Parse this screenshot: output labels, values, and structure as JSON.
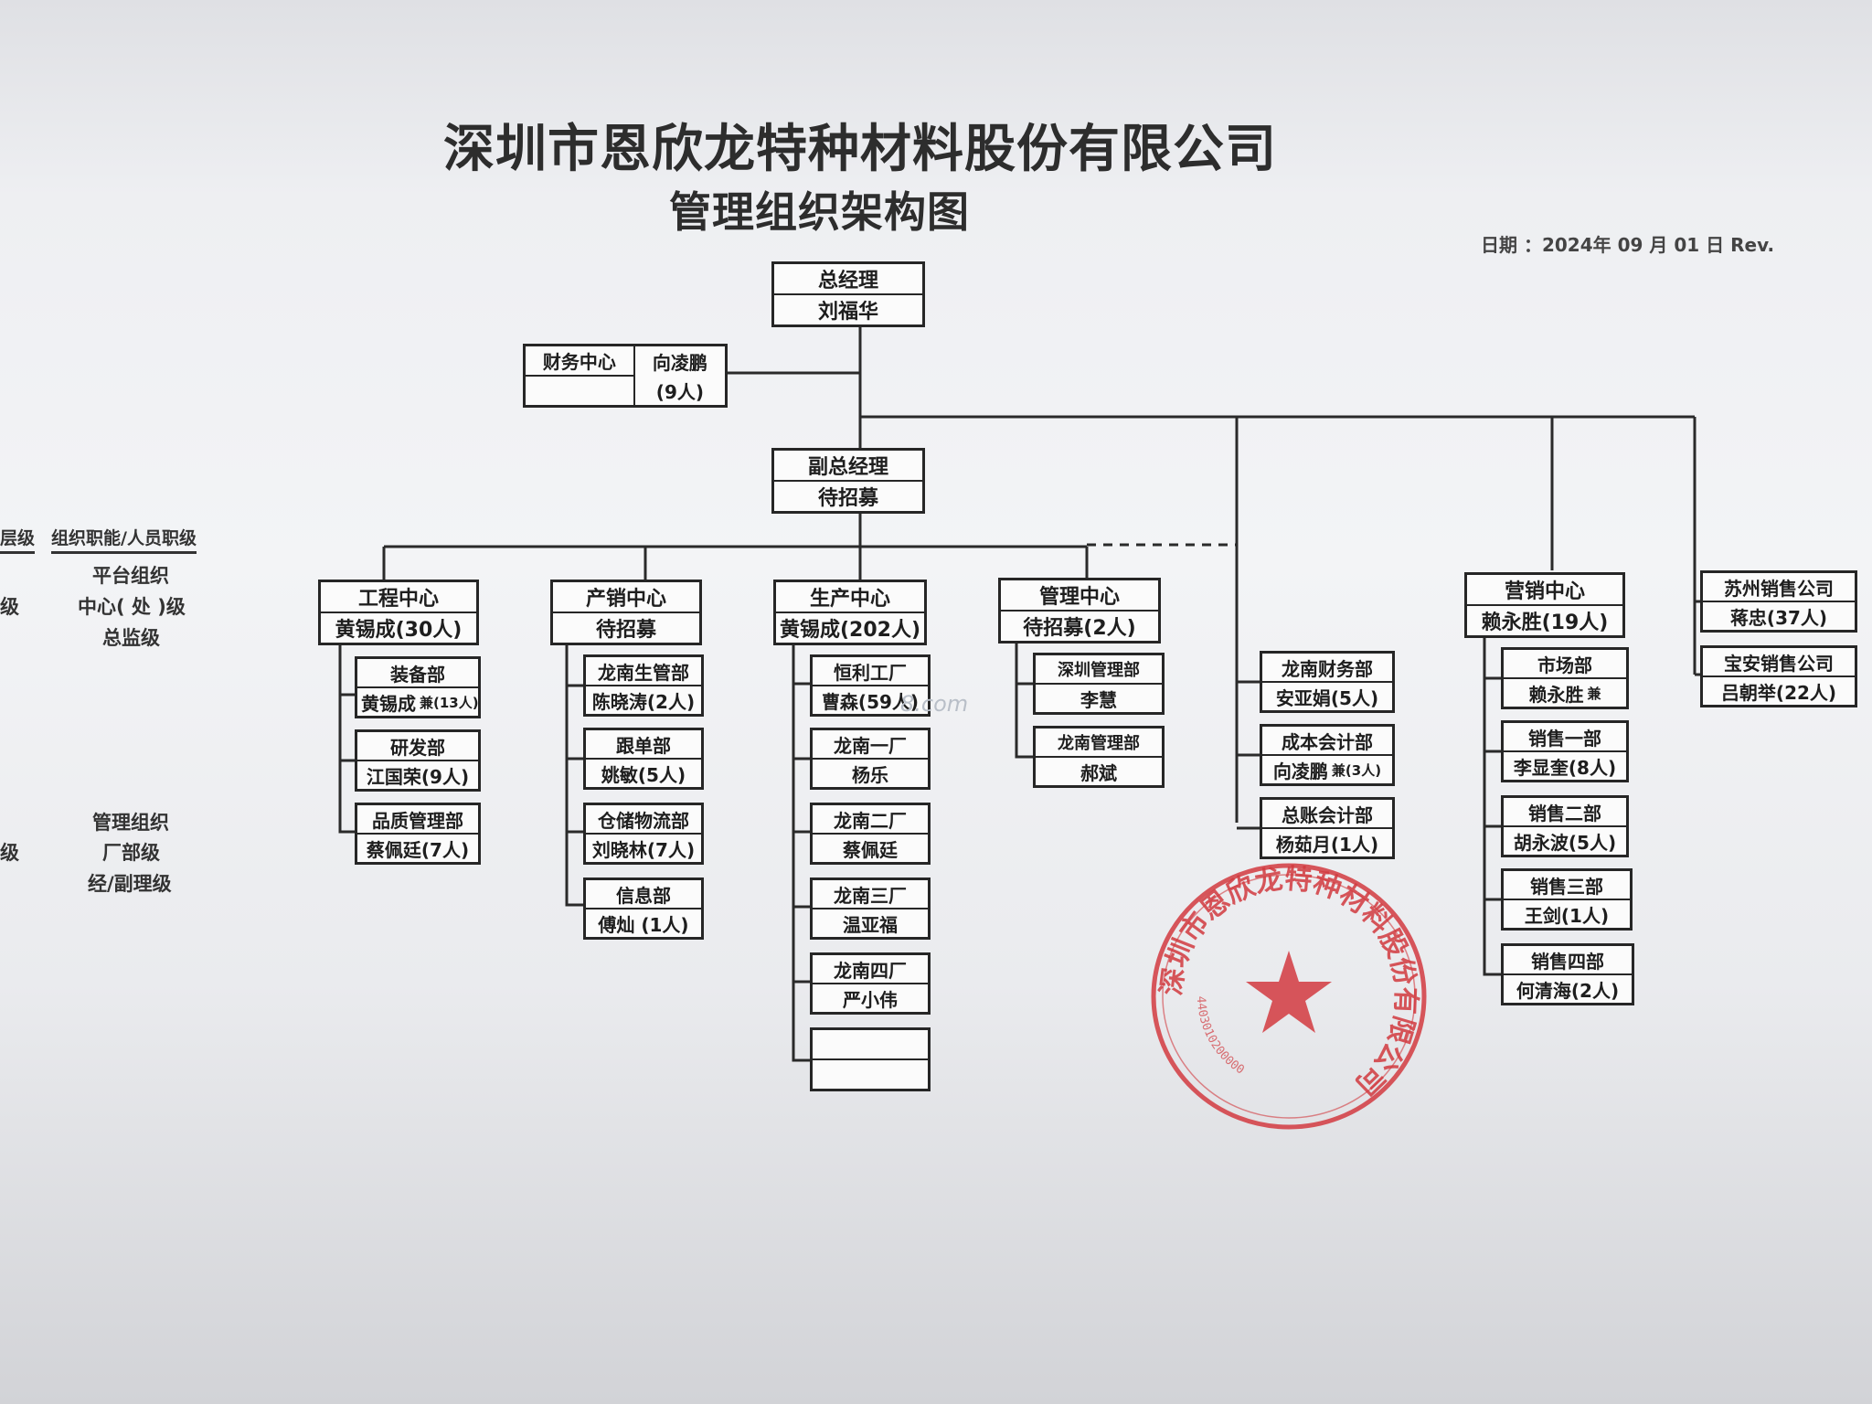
{
  "title": "深圳市恩欣龙特种材料股份有限公司",
  "subtitle": "管理组织架构图",
  "date_line": "日期 ：2024年 09 月 01 日       Rev.",
  "watermark": "8.com",
  "sidebar": {
    "col1_header": "层级",
    "col2_header": "组织职能/人员职级",
    "col1_rows": [
      "级",
      "级"
    ],
    "col2_rows": [
      "平台组织",
      "中心( 处 )级",
      "总监级",
      "管理组织",
      "厂部级",
      "经/副理级"
    ]
  },
  "top": {
    "title": "总经理",
    "name": "刘福华"
  },
  "finance": {
    "title": "财务中心",
    "name": "向凌鹏",
    "count": "(9人)"
  },
  "deputy": {
    "title": "副总经理",
    "name": "待招募"
  },
  "engineering": {
    "title": "工程中心",
    "head": "黄锡成(30人)",
    "depts": [
      {
        "title": "装备部",
        "name": "黄锡成",
        "note": "兼(13人)"
      },
      {
        "title": "研发部",
        "name": "江国荣(9人)"
      },
      {
        "title": "品质管理部",
        "name": "蔡佩廷(7人)"
      }
    ]
  },
  "prodsales": {
    "title": "产销中心",
    "head": "待招募",
    "depts": [
      {
        "title": "龙南生管部",
        "name": "陈晓涛(2人)"
      },
      {
        "title": "跟单部",
        "name": "姚敏(5人)"
      },
      {
        "title": "仓储物流部",
        "name": "刘晓林(7人)"
      },
      {
        "title": "信息部",
        "name": "傅灿 (1人)"
      }
    ]
  },
  "production": {
    "title": "生产中心",
    "head": "黄锡成(202人)",
    "depts": [
      {
        "title": "恒利工厂",
        "name": "曹森(59人)"
      },
      {
        "title": "龙南一厂",
        "name": "杨乐"
      },
      {
        "title": "龙南二厂",
        "name": "蔡佩廷"
      },
      {
        "title": "龙南三厂",
        "name": "温亚福"
      },
      {
        "title": "龙南四厂",
        "name": "严小伟"
      },
      {
        "title": "",
        "name": ""
      }
    ]
  },
  "management": {
    "title": "管理中心",
    "head": "待招募(2人)",
    "depts": [
      {
        "title": "深圳管理部",
        "name": "李慧"
      },
      {
        "title": "龙南管理部",
        "name": "郝斌"
      }
    ]
  },
  "accounting": {
    "depts": [
      {
        "title": "龙南财务部",
        "name": "安亚娟(5人)"
      },
      {
        "title": "成本会计部",
        "name": "向凌鹏",
        "note": "兼(3人)"
      },
      {
        "title": "总账会计部",
        "name": "杨茹月(1人)"
      }
    ]
  },
  "marketing": {
    "title": "营销中心",
    "head": "赖永胜(19人)",
    "depts": [
      {
        "title": "市场部",
        "name": "赖永胜",
        "note": "兼"
      },
      {
        "title": "销售一部",
        "name": "李显奎(8人)"
      },
      {
        "title": "销售二部",
        "name": "胡永波(5人)"
      },
      {
        "title": "销售三部",
        "name": "王剑(1人)"
      },
      {
        "title": "销售四部",
        "name": "何清海(2人)"
      }
    ]
  },
  "branches": [
    {
      "title": "苏州销售公司",
      "name": "蒋忠(37人)"
    },
    {
      "title": "宝安销售公司",
      "name": "吕朝举(22人)"
    }
  ],
  "stamp": {
    "text": "深圳市恩欣龙特种材料股份有限公司",
    "code": "4403010200000",
    "color": "#d23a3f"
  }
}
